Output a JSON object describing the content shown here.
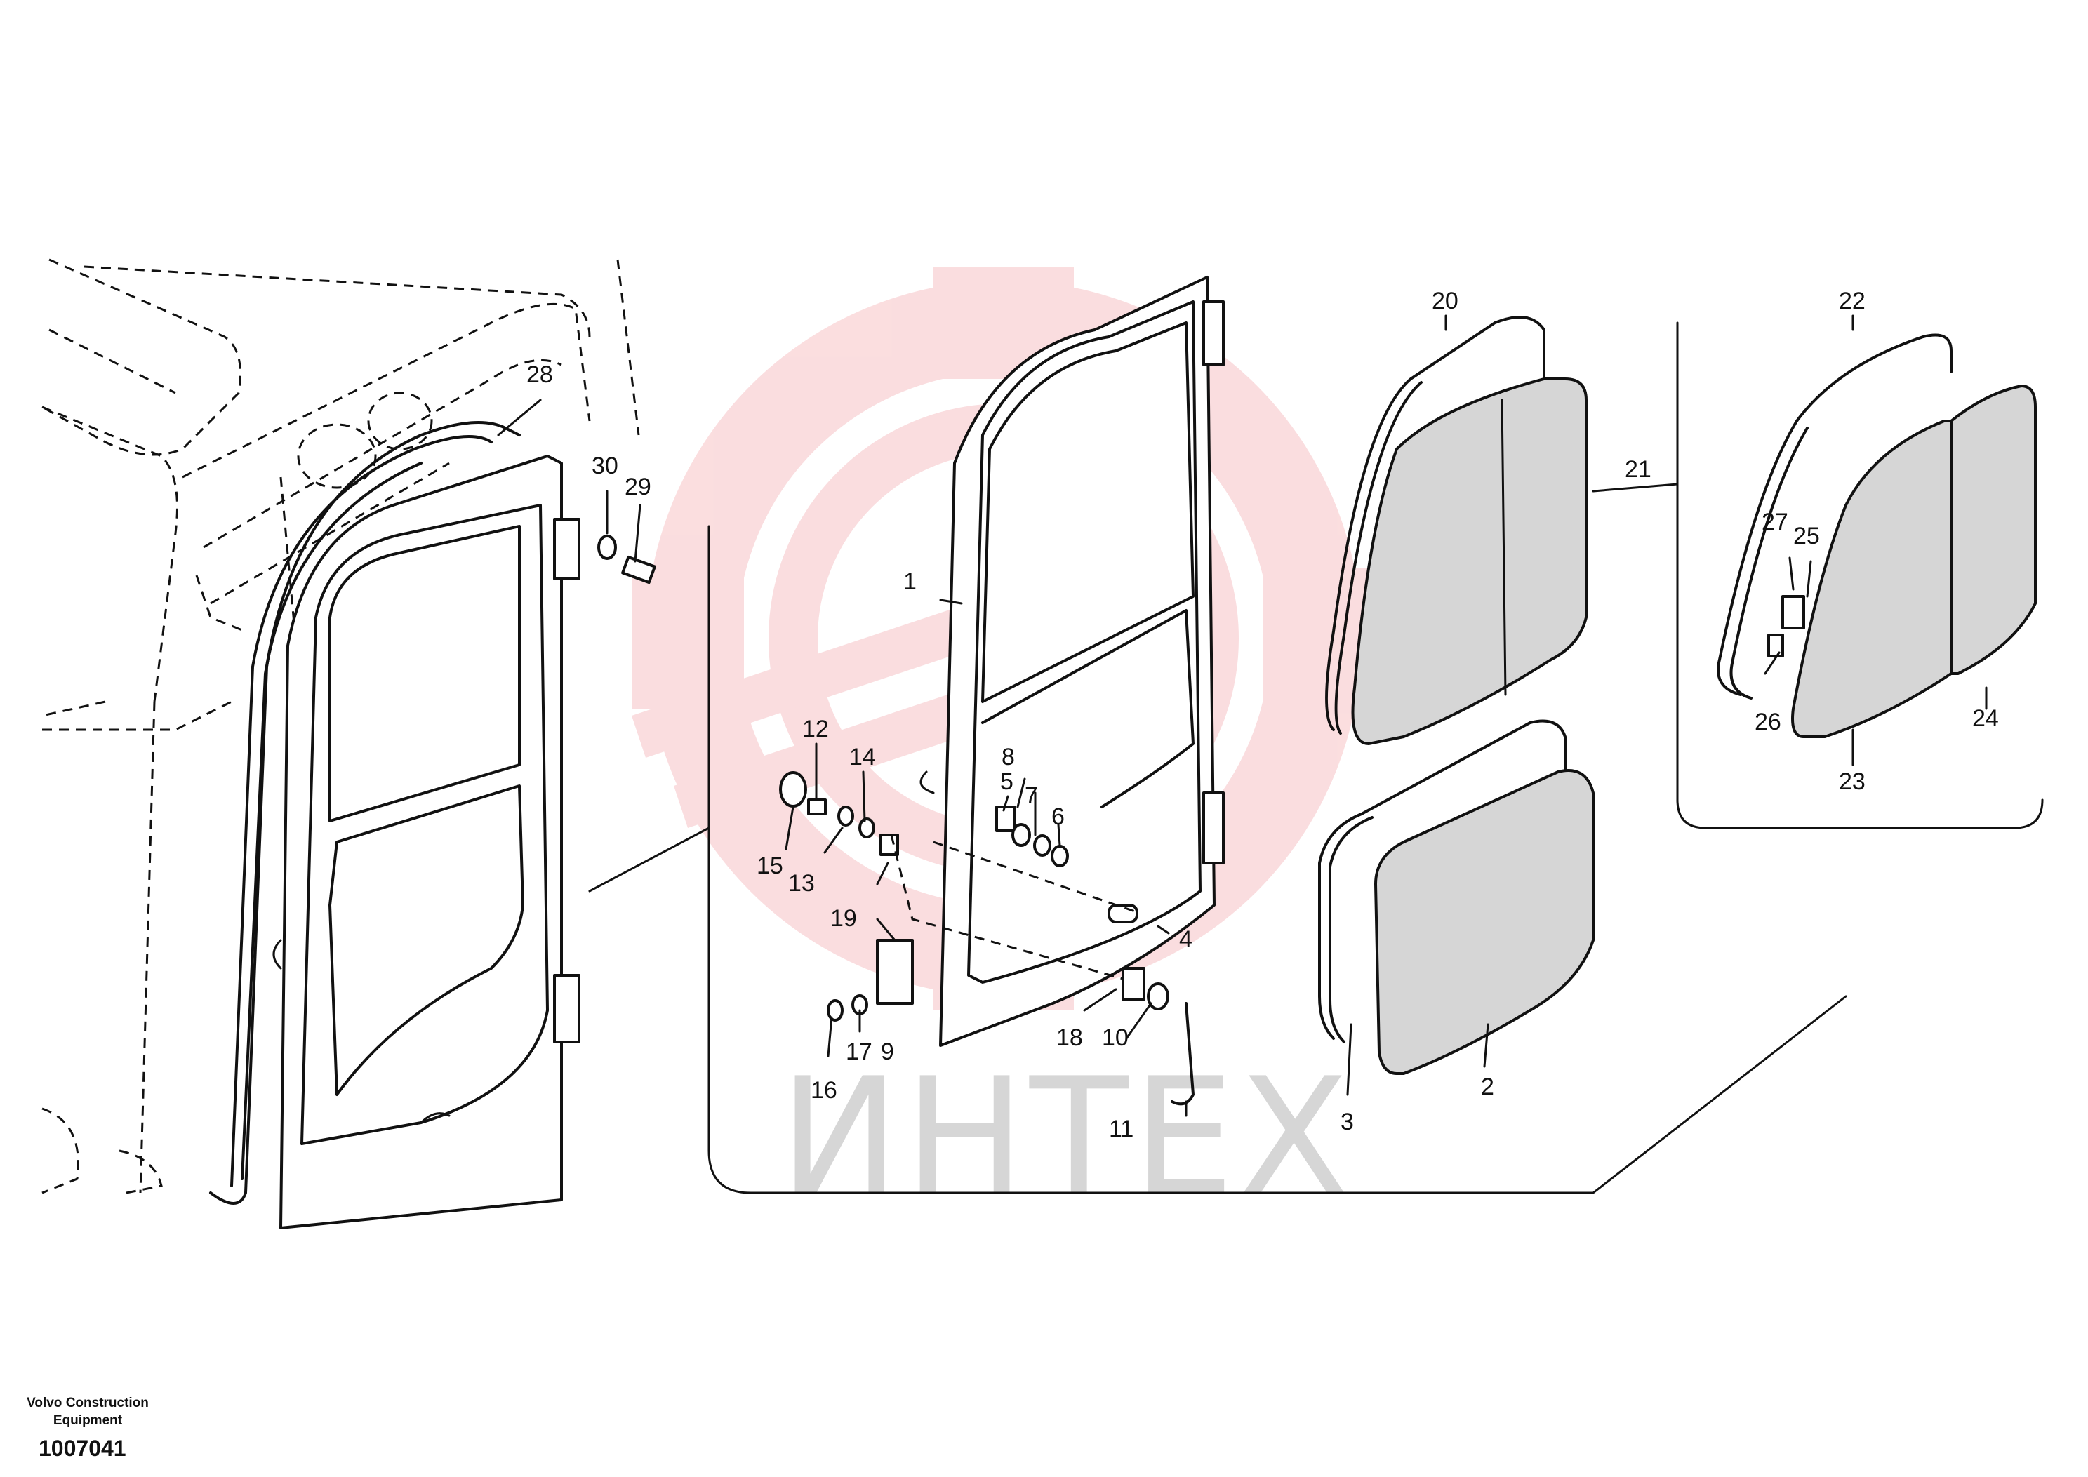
{
  "watermark": {
    "text": "ИНТЕХ",
    "logo_color": "#f4b4b8",
    "text_color": "#cfcfcf"
  },
  "callouts": [
    "1",
    "2",
    "3",
    "4",
    "5",
    "6",
    "7",
    "8",
    "9",
    "10",
    "11",
    "12",
    "13",
    "14",
    "15",
    "16",
    "17",
    "18",
    "19",
    "20",
    "21",
    "22",
    "23",
    "24",
    "25",
    "26",
    "27",
    "28",
    "29",
    "30"
  ],
  "footer": {
    "brand_line1": "Volvo Construction",
    "brand_line2": "Equipment",
    "drawing_number": "1007041"
  }
}
